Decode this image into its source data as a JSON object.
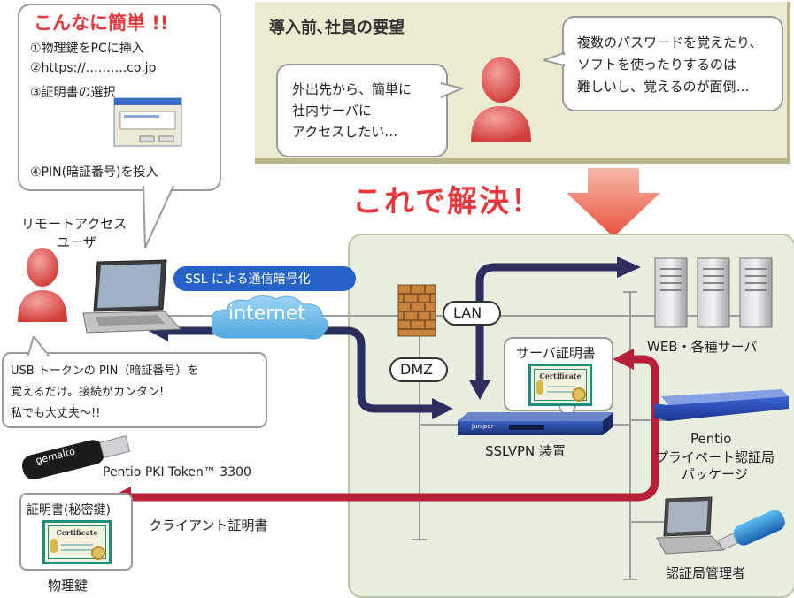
{
  "top_left_bubble": {
    "headline": "こんなに簡単 !!",
    "step1": "①物理鍵をPCに挿入",
    "step2": "②https://……….co.jp",
    "step3": "③証明書の選択",
    "step4": "④PIN(暗証番号)を投入"
  },
  "before_panel": {
    "title": "導入前､社員の要望",
    "left_bubble": [
      "外出先から、簡単に",
      "社内サーバに",
      "アクセスしたい…"
    ],
    "right_bubble": [
      "複数のパスワードを覚えたり、",
      "ソフトを使ったりするのは",
      "難しいし、覚えるのが面倒…"
    ]
  },
  "solution_banner": "これで解決！",
  "remote_user": {
    "label_line1": "リモートアクセス",
    "label_line2": "ユーザ"
  },
  "ssl_label": "SSL による通信暗号化",
  "internet_label": "internet",
  "lan_label": "LAN",
  "dmz_label": "DMZ",
  "user_bubble": [
    "USB トークンの PIN（暗証番号）を",
    "覚えるだけ。接続がカンタン!",
    "私でも大丈夫～!!"
  ],
  "token": {
    "brand": "gemalto",
    "label": "Pentio PKI Token™ 3300"
  },
  "client_cert": {
    "box_title": "証明書(秘密鍵)",
    "cert_word": "Certificate",
    "footer": "物理鍵",
    "arrow_label": "クライアント証明書"
  },
  "server_cert": {
    "title": "サーバ証明書",
    "cert_word": "Certificate"
  },
  "servers_label": "WEB・各種サーバ",
  "sslvpn": {
    "brand": "Juniper",
    "label": "SSLVPN 装置"
  },
  "pca": {
    "line1": "Pentio",
    "line2": "プライベート認証局",
    "line3": "パッケージ"
  },
  "admin_label": "認証局管理者",
  "colors": {
    "accent_red": "#e8383d",
    "navy_arrow": "#2c2f5e",
    "crimson_arrow": "#b8203a",
    "panel_beige": "#ecebd2",
    "network_green": "#e8eee0"
  }
}
